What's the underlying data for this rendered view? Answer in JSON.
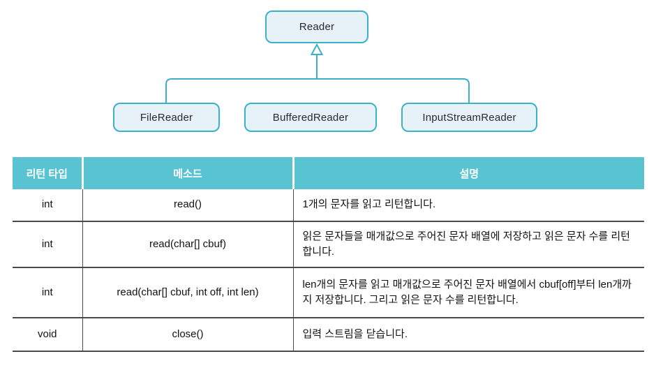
{
  "diagram": {
    "parent": {
      "label": "Reader"
    },
    "children": [
      {
        "label": "FileReader"
      },
      {
        "label": "BufferedReader"
      },
      {
        "label": "InputStreamReader"
      }
    ],
    "relation": "inheritance",
    "colors": {
      "line": "#3bb0c9",
      "box_fill": "#e6f2f8",
      "box_border": "#3bb0c9",
      "box_text": "#2b2b2b"
    }
  },
  "table": {
    "header_bg": "#5ac3d1",
    "header_text_color": "#ffffff",
    "columns": [
      {
        "label": "리턴 타입"
      },
      {
        "label": "메소드"
      },
      {
        "label": "설명"
      }
    ],
    "rows": [
      {
        "return_type": "int",
        "method": "read()",
        "description": "1개의 문자를 읽고 리턴합니다."
      },
      {
        "return_type": "int",
        "method": "read(char[] cbuf)",
        "description": "읽은 문자들을 매개값으로 주어진 문자 배열에 저장하고 읽은 문자 수를 리턴합니다."
      },
      {
        "return_type": "int",
        "method": "read(char[] cbuf, int off, int len)",
        "description": "len개의 문자를 읽고 매개값으로 주어진 문자 배열에서 cbuf[off]부터 len개까지 저장합니다. 그리고 읽은 문자 수를 리턴합니다."
      },
      {
        "return_type": "void",
        "method": "close()",
        "description": "입력 스트림을 닫습니다."
      }
    ]
  }
}
